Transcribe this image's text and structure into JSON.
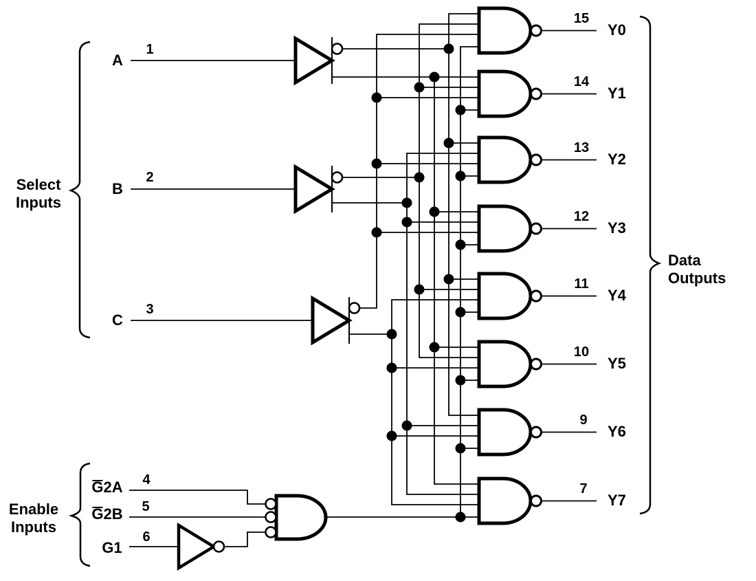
{
  "diagram": {
    "type": "logic-schematic",
    "description": "3-line to 8-line decoder/demultiplexer logic diagram",
    "colors": {
      "line": "#000000",
      "background": "#ffffff"
    }
  },
  "select_inputs": {
    "group_label": "Select Inputs",
    "items": [
      {
        "label": "A",
        "pin": "1"
      },
      {
        "label": "B",
        "pin": "2"
      },
      {
        "label": "C",
        "pin": "3"
      }
    ]
  },
  "enable_inputs": {
    "group_label": "Enable Inputs",
    "items": [
      {
        "label_bar": "G",
        "label_rest": "2A",
        "pin": "4"
      },
      {
        "label_bar": "G",
        "label_rest": "2B",
        "pin": "5"
      },
      {
        "label_rest": "G1",
        "pin": "6"
      }
    ]
  },
  "data_outputs": {
    "group_label": "Data Outputs",
    "items": [
      {
        "label": "Y0",
        "pin": "15"
      },
      {
        "label": "Y1",
        "pin": "14"
      },
      {
        "label": "Y2",
        "pin": "13"
      },
      {
        "label": "Y3",
        "pin": "12"
      },
      {
        "label": "Y4",
        "pin": "11"
      },
      {
        "label": "Y5",
        "pin": "10"
      },
      {
        "label": "Y6",
        "pin": "9"
      },
      {
        "label": "Y7",
        "pin": "7"
      }
    ]
  }
}
